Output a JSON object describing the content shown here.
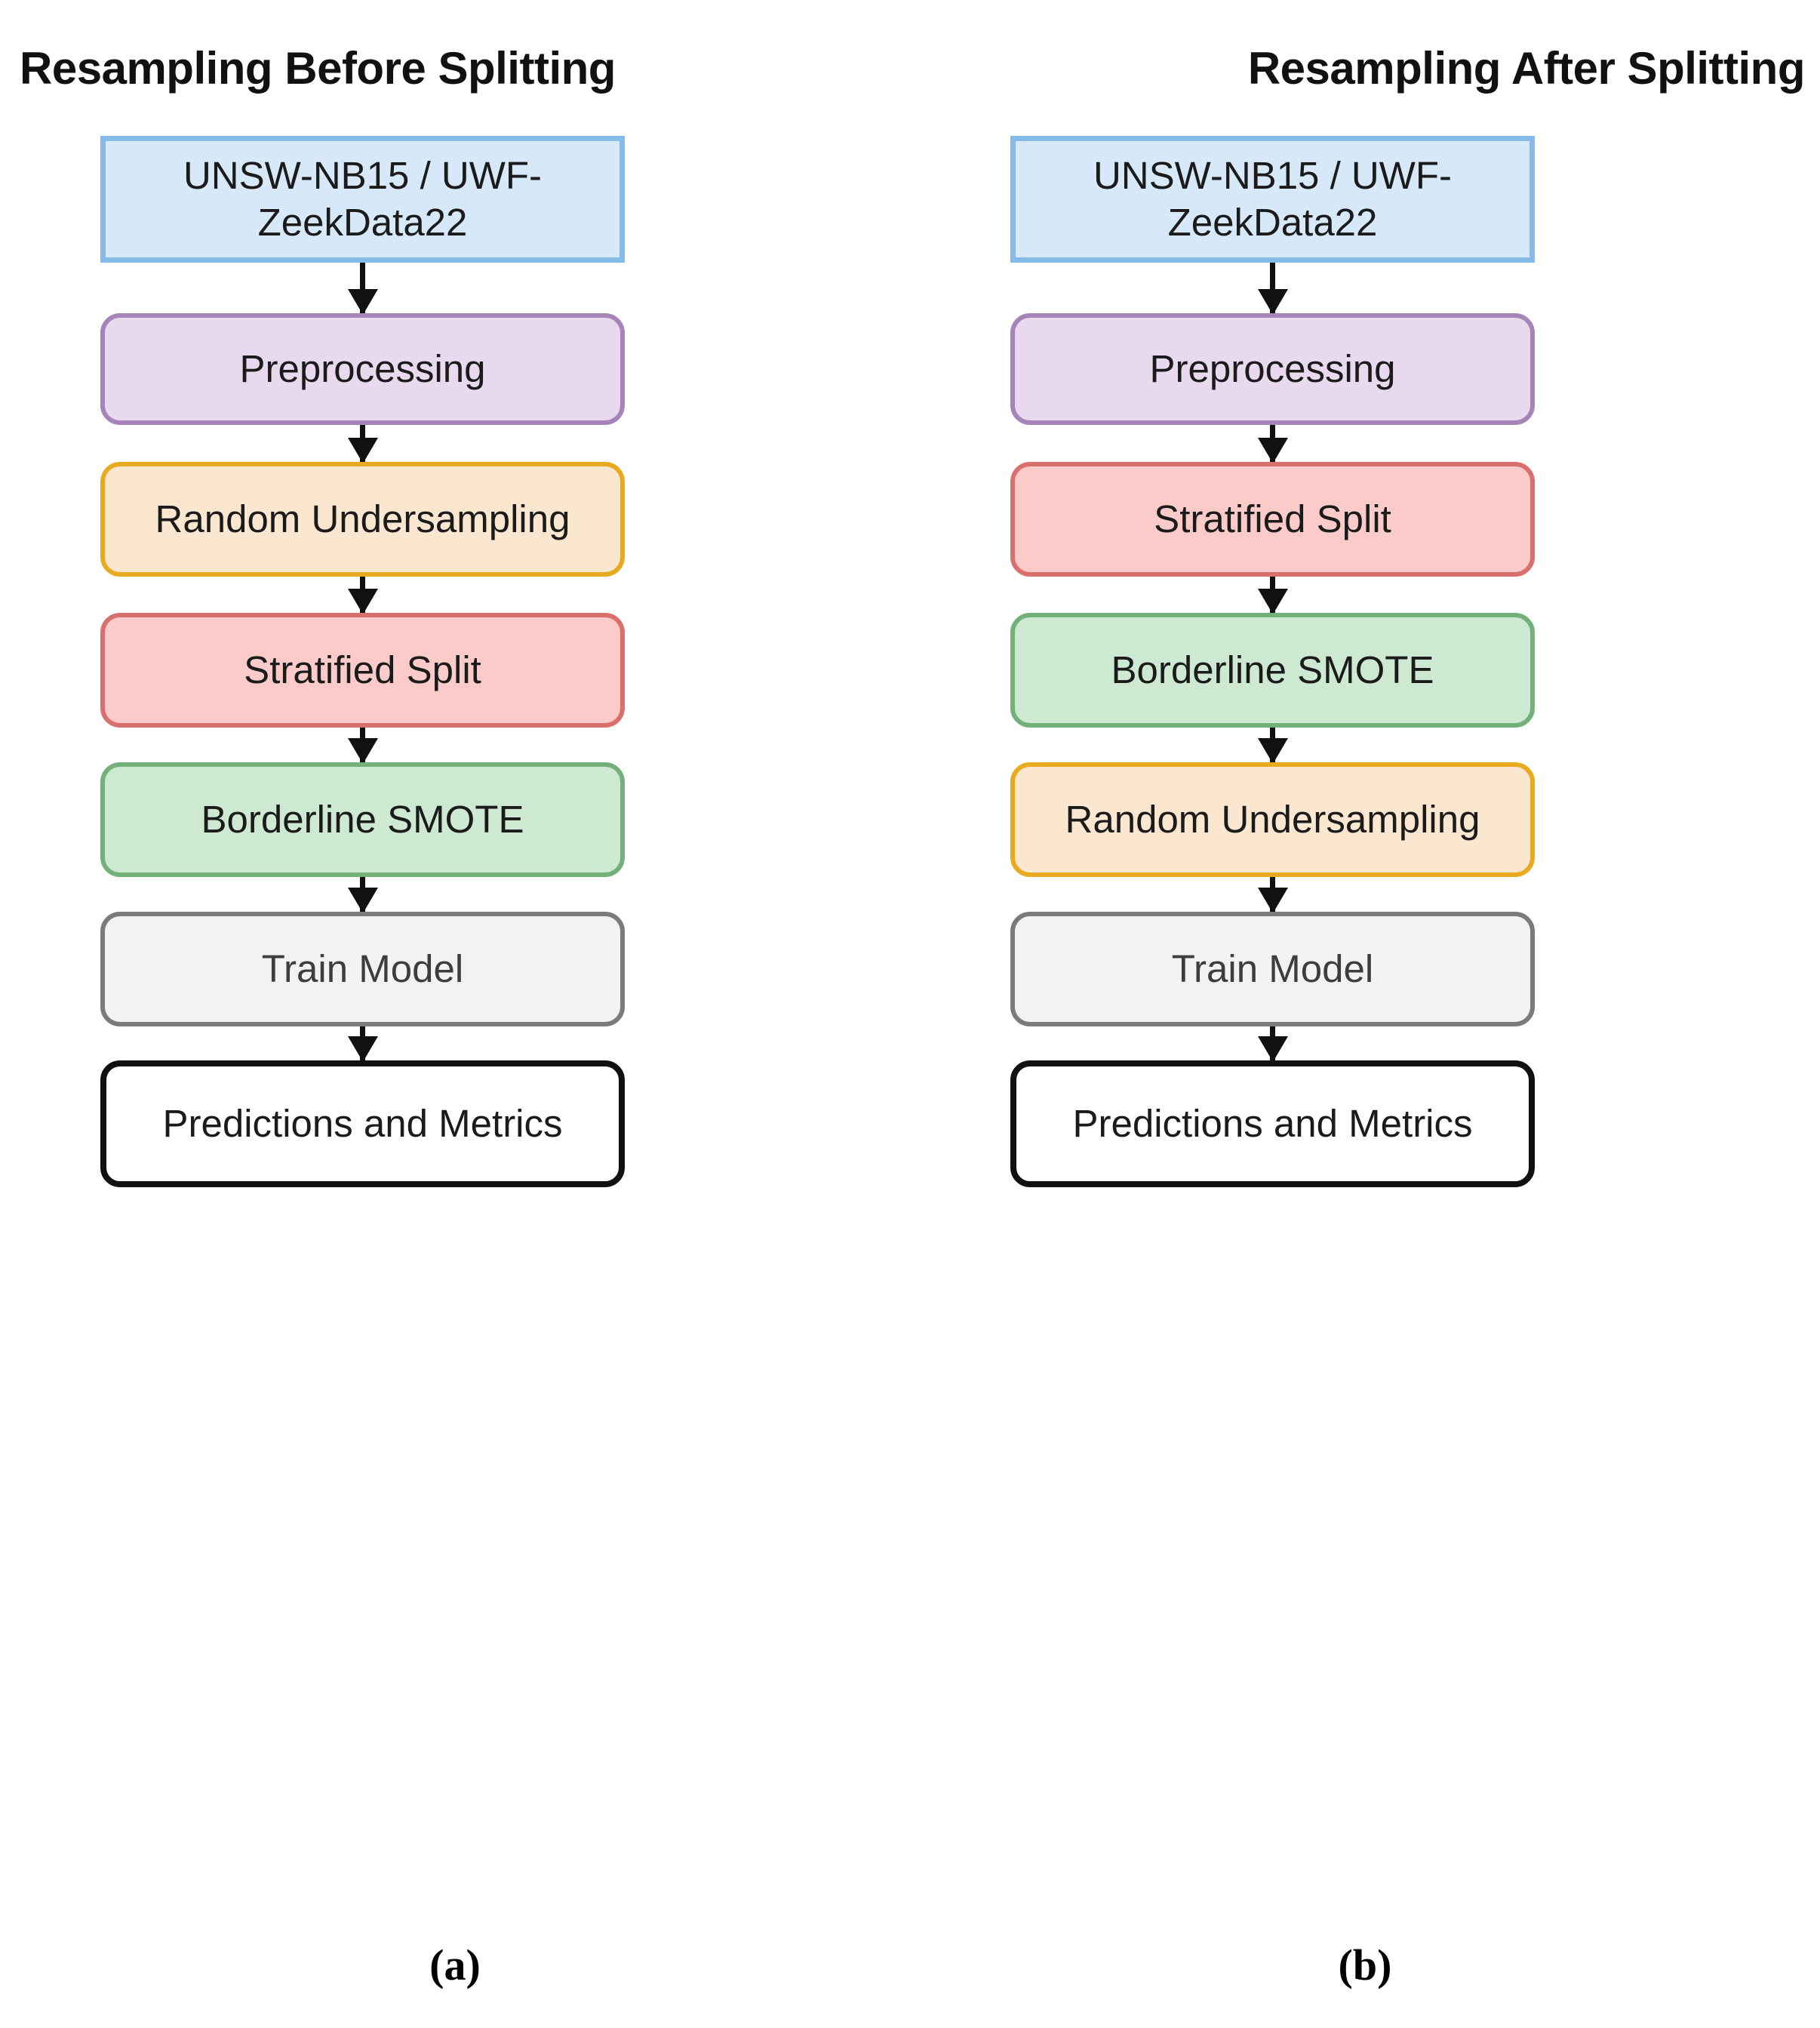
{
  "figure": {
    "kind": "two-panel-flowchart",
    "background": "#ffffff"
  },
  "palette": {
    "dataset_fill": "#d7e9f9",
    "dataset_border": "#84bbea",
    "preprocessing_fill": "#e9d9ef",
    "preprocessing_border": "#a585b8",
    "undersampling_fill": "#fbe6d0",
    "undersampling_border": "#e8ab1f",
    "split_fill": "#fbcbc9",
    "split_border": "#d9706e",
    "smote_fill": "#cde9d1",
    "smote_border": "#74b079",
    "train_fill": "#f2f2f2",
    "train_border": "#7b7b7b",
    "output_fill": "#ffffff",
    "output_border": "#111111",
    "arrow": "#111111"
  },
  "panels": [
    {
      "id": "a",
      "title": "Resampling Before Splitting",
      "caption": "(a)",
      "nodes": [
        {
          "label": "UNSW-NB15 / UWF-ZeekData22",
          "role": "dataset"
        },
        {
          "label": "Preprocessing",
          "role": "preprocessing"
        },
        {
          "label": "Random Undersampling",
          "role": "undersampling"
        },
        {
          "label": "Stratified Split",
          "role": "split"
        },
        {
          "label": "Borderline SMOTE",
          "role": "smote"
        },
        {
          "label": "Train Model",
          "role": "train"
        },
        {
          "label": "Predictions and Metrics",
          "role": "output"
        }
      ]
    },
    {
      "id": "b",
      "title": "Resampling After Splitting",
      "caption": "(b)",
      "nodes": [
        {
          "label": "UNSW-NB15 / UWF-ZeekData22",
          "role": "dataset"
        },
        {
          "label": "Preprocessing",
          "role": "preprocessing"
        },
        {
          "label": "Stratified Split",
          "role": "split"
        },
        {
          "label": "Borderline SMOTE",
          "role": "smote"
        },
        {
          "label": "Random Undersampling",
          "role": "undersampling"
        },
        {
          "label": "Train Model",
          "role": "train"
        },
        {
          "label": "Predictions and Metrics",
          "role": "output"
        }
      ]
    }
  ]
}
